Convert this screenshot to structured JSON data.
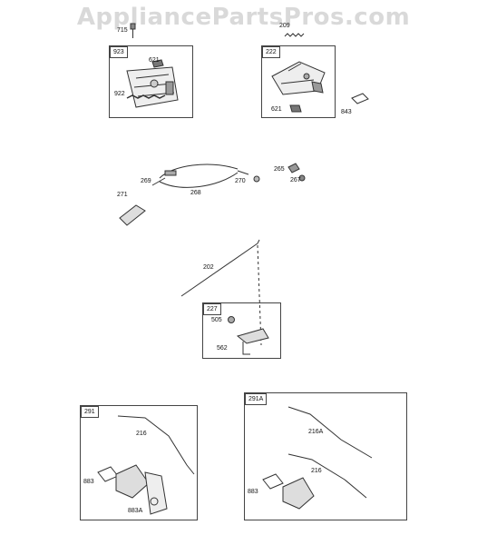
{
  "watermark": "AppliancePartsPros.com",
  "groups": [
    {
      "tag": "923",
      "parts": [
        "621",
        "922"
      ]
    },
    {
      "tag": "222",
      "parts": [
        "621",
        "843"
      ]
    },
    {
      "tag": "227",
      "parts": [
        "505",
        "562"
      ]
    },
    {
      "tag": "291",
      "parts": [
        "216",
        "883",
        "883A"
      ]
    },
    {
      "tag": "291A",
      "parts": [
        "216A",
        "216",
        "883"
      ]
    }
  ],
  "loose_parts": [
    "715",
    "209",
    "265",
    "267",
    "269",
    "268",
    "270",
    "271",
    "202"
  ]
}
